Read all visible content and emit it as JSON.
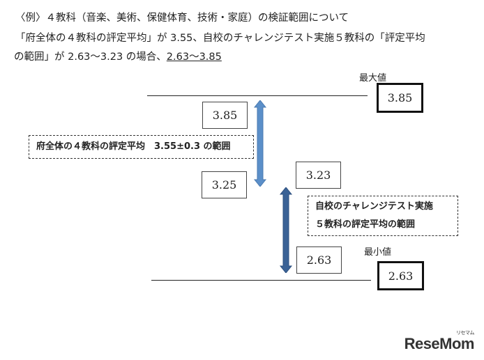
{
  "heading": {
    "line1": "〈例〉４教科（音楽、美術、保健体育、技術・家庭）の検証範囲について",
    "line2": "「府全体の４教科の評定平均」が 3.55、自校のチャレンジテスト実施５教科の「評定平均",
    "line3_prefix": "の範囲」が 2.63〜3.23 の場合、",
    "line3_result": "2.63〜3.85"
  },
  "diagram": {
    "max_label": "最大値",
    "max_value": "3.85",
    "min_label": "最小値",
    "min_value": "2.63",
    "prefecture_upper": "3.85",
    "prefecture_lower": "3.25",
    "prefecture_range_label": "府全体の４教科の評定平均　3.55±0.3 の範囲",
    "school_upper": "3.23",
    "school_lower": "2.63",
    "school_range_label_1": "自校のチャレンジテスト実施",
    "school_range_label_2": "５教科の評定平均の範囲",
    "colors": {
      "prefecture_arrow": "#5b8fc9",
      "school_arrow": "#3a6296"
    }
  },
  "logo": {
    "text": "ReseMom",
    "kana": "リセマム"
  }
}
